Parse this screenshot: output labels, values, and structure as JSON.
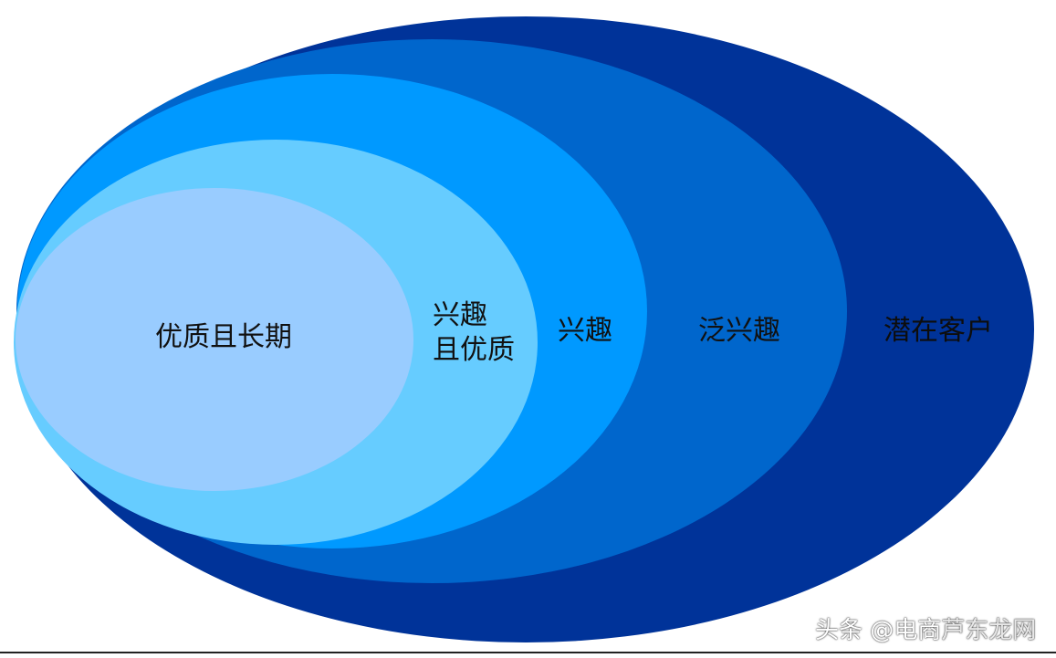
{
  "diagram": {
    "rings": [
      {
        "label": "潜在客户",
        "color": "#003399"
      },
      {
        "label": "泛兴趣",
        "color": "#0066cc"
      },
      {
        "label": "兴趣",
        "color": "#0099ff"
      },
      {
        "label": "兴趣",
        "label_line2": "且优质",
        "color": "#66ccff"
      },
      {
        "label": "优质且长期",
        "color": "#99ccff"
      }
    ]
  },
  "watermark": {
    "text": "头条 @电商",
    "overlay": "芦东龙网"
  }
}
